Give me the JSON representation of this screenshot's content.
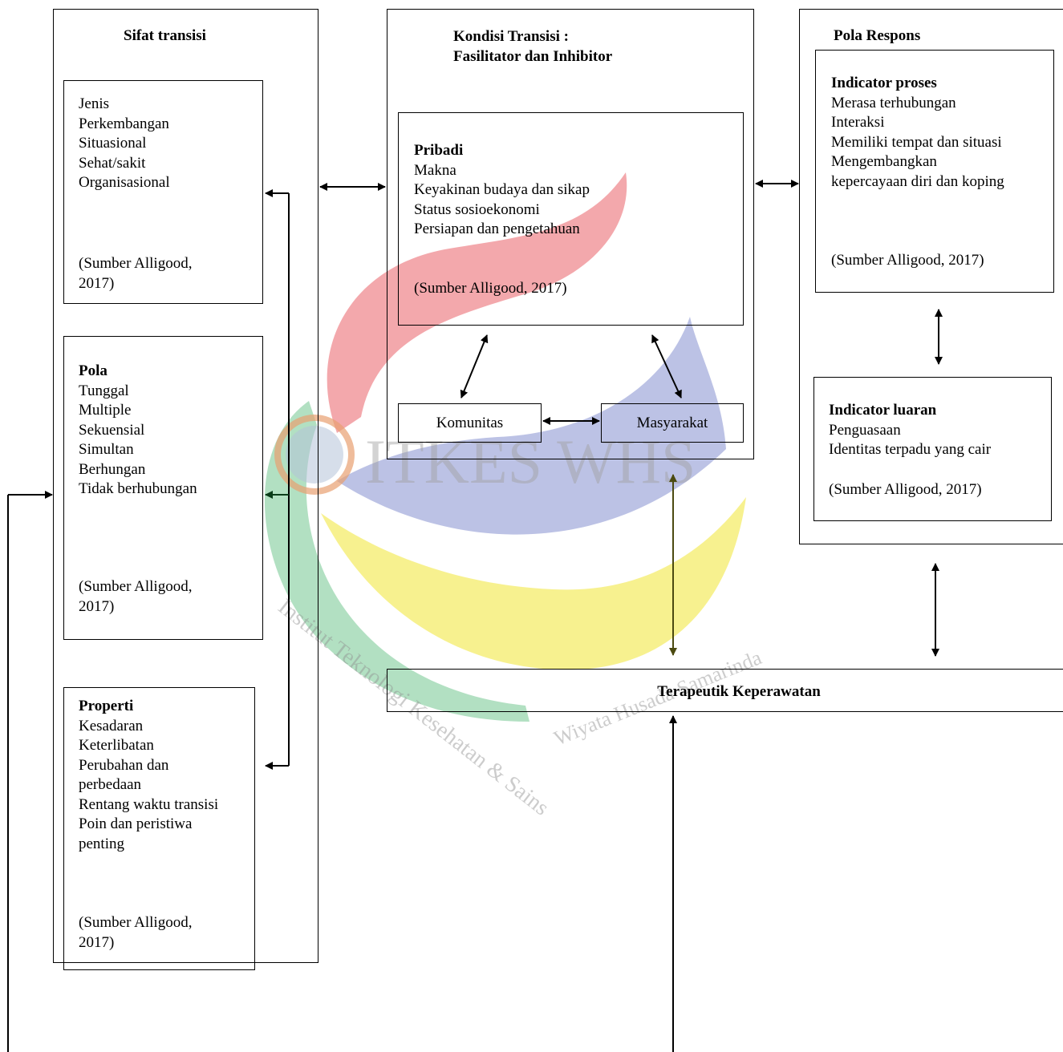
{
  "watermark": {
    "logo_text": "ITKES WHS",
    "institution": "Institut Teknologi Kesehatan & Sains Wiyata Husada Samarinda",
    "colors": {
      "red": "#ec7a80",
      "blue": "#8f9ad3",
      "yellow": "#f4ec6a",
      "green": "#7fcc9a"
    }
  },
  "sifat": {
    "title": "Sifat transisi",
    "jenis": {
      "lines": [
        "Jenis",
        "Perkembangan",
        "Situasional",
        "Sehat/sakit",
        "Organisasional"
      ],
      "source": [
        "(Sumber Alligood,",
        "2017)"
      ]
    },
    "pola": {
      "heading": "Pola",
      "lines": [
        "Tunggal",
        "Multiple",
        "Sekuensial",
        "Simultan",
        "Berhungan",
        "Tidak berhubungan"
      ],
      "source": [
        "(Sumber Alligood,",
        "2017)"
      ]
    },
    "properti": {
      "heading": "Properti",
      "lines": [
        "Kesadaran",
        "Keterlibatan",
        "Perubahan dan",
        "perbedaan",
        "Rentang waktu transisi",
        "Poin dan peristiwa",
        "penting"
      ],
      "source": [
        "(Sumber Alligood,",
        "2017)"
      ]
    }
  },
  "kondisi": {
    "title_line1": "Kondisi Transisi :",
    "title_line2": "Fasilitator dan Inhibitor",
    "pribadi": {
      "heading": "Pribadi",
      "lines": [
        "Makna",
        "Keyakinan budaya dan sikap",
        "Status sosioekonomi",
        "Persiapan dan pengetahuan"
      ],
      "source": "(Sumber Alligood, 2017)"
    },
    "komunitas": "Komunitas",
    "masyarakat": "Masyarakat"
  },
  "pola_respons": {
    "title": "Pola Respons",
    "proses": {
      "heading": "Indicator proses",
      "lines": [
        "Merasa terhubungan",
        "Interaksi",
        "Memiliki tempat dan situasi",
        "Mengembangkan",
        "kepercayaan diri dan koping"
      ],
      "source": "(Sumber Alligood, 2017)"
    },
    "luaran": {
      "heading": "Indicator luaran",
      "lines": [
        "Penguasaan",
        "Identitas terpadu yang cair"
      ],
      "source": "(Sumber Alligood, 2017)"
    }
  },
  "terapeutik": {
    "label": "Terapeutik Keperawatan"
  }
}
